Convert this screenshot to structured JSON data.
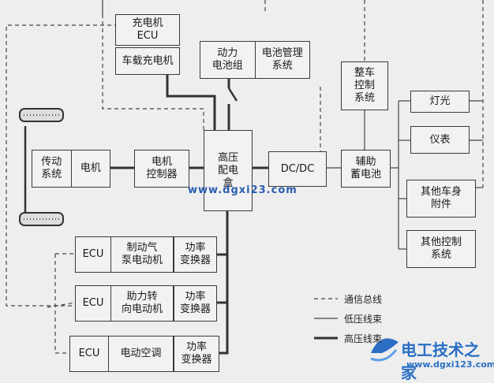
{
  "boxes": {
    "charger_ecu": "充电机\nECU",
    "onboard_charger": "车载充电机",
    "power_battery": "动力\n电池组",
    "bms": "电池管理\n系统",
    "vcu": "整车\n控制\n系统",
    "lights": "灯光",
    "meter": "仪表",
    "body_accessories": "其他车身\n附件",
    "other_control": "其他控制\n系统",
    "transmission": "传动\n系统",
    "motor": "电机",
    "motor_controller": "电机\n控制器",
    "hv_distribution": "高压\n配电\n盒",
    "dcdc": "DC/DC",
    "aux_battery": "辅助\n蓄电池",
    "ecu1": "ECU",
    "brake_pump_motor": "制动气\n泵电动机",
    "converter1": "功率\n变换器",
    "ecu2": "ECU",
    "steering_motor": "助力转\n向电动机",
    "converter2": "功率\n变换器",
    "ecu3": "ECU",
    "ac": "电动空调",
    "converter3": "功率\n变换器"
  },
  "legend": {
    "comm_bus": "通信总线",
    "low_voltage": "低压线束",
    "high_voltage": "高压线束"
  },
  "watermark": {
    "url_fragment": "www.dgxi23.com",
    "logo_text": "电工技术之家",
    "logo_url": "www.dgxi123.com"
  }
}
